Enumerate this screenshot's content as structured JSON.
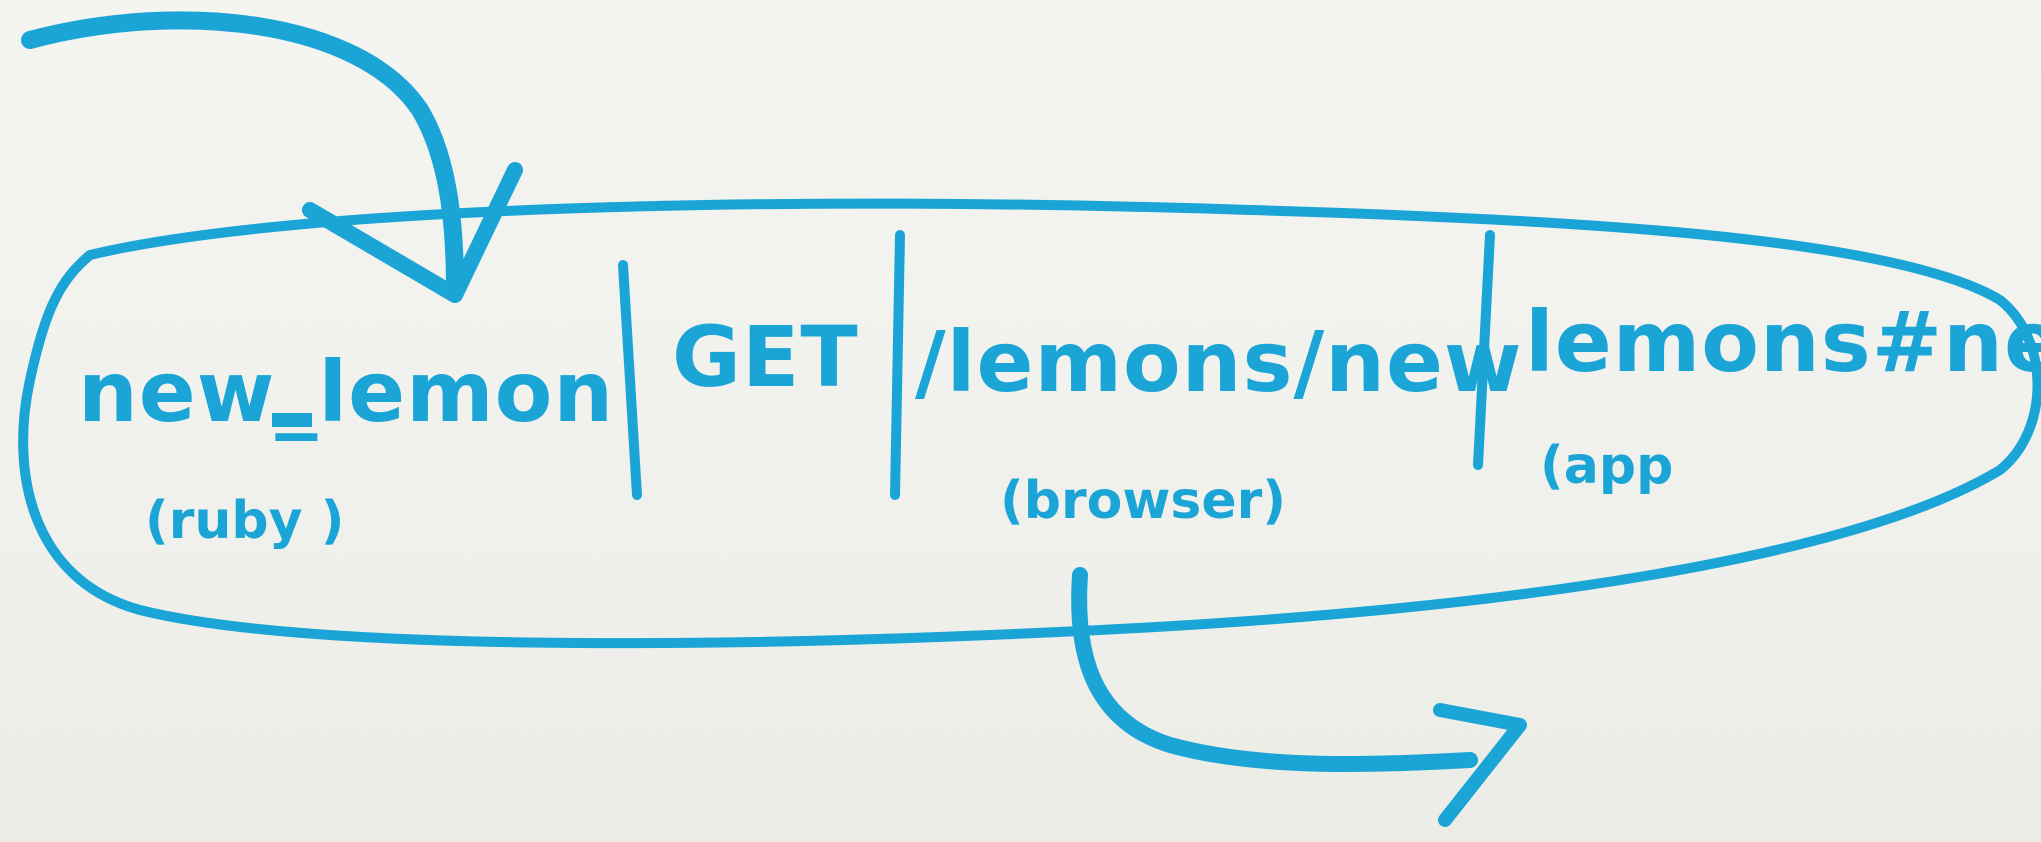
{
  "ink_color": "#1aa5d6",
  "paper_color": "#f2f2ee",
  "segments": [
    {
      "main": "new_lemon",
      "sub": "(ruby )"
    },
    {
      "main": "GET",
      "sub": ""
    },
    {
      "main": "/lemons/new",
      "sub": "(browser)"
    },
    {
      "main": "lemons#new",
      "sub": "(app"
    }
  ]
}
